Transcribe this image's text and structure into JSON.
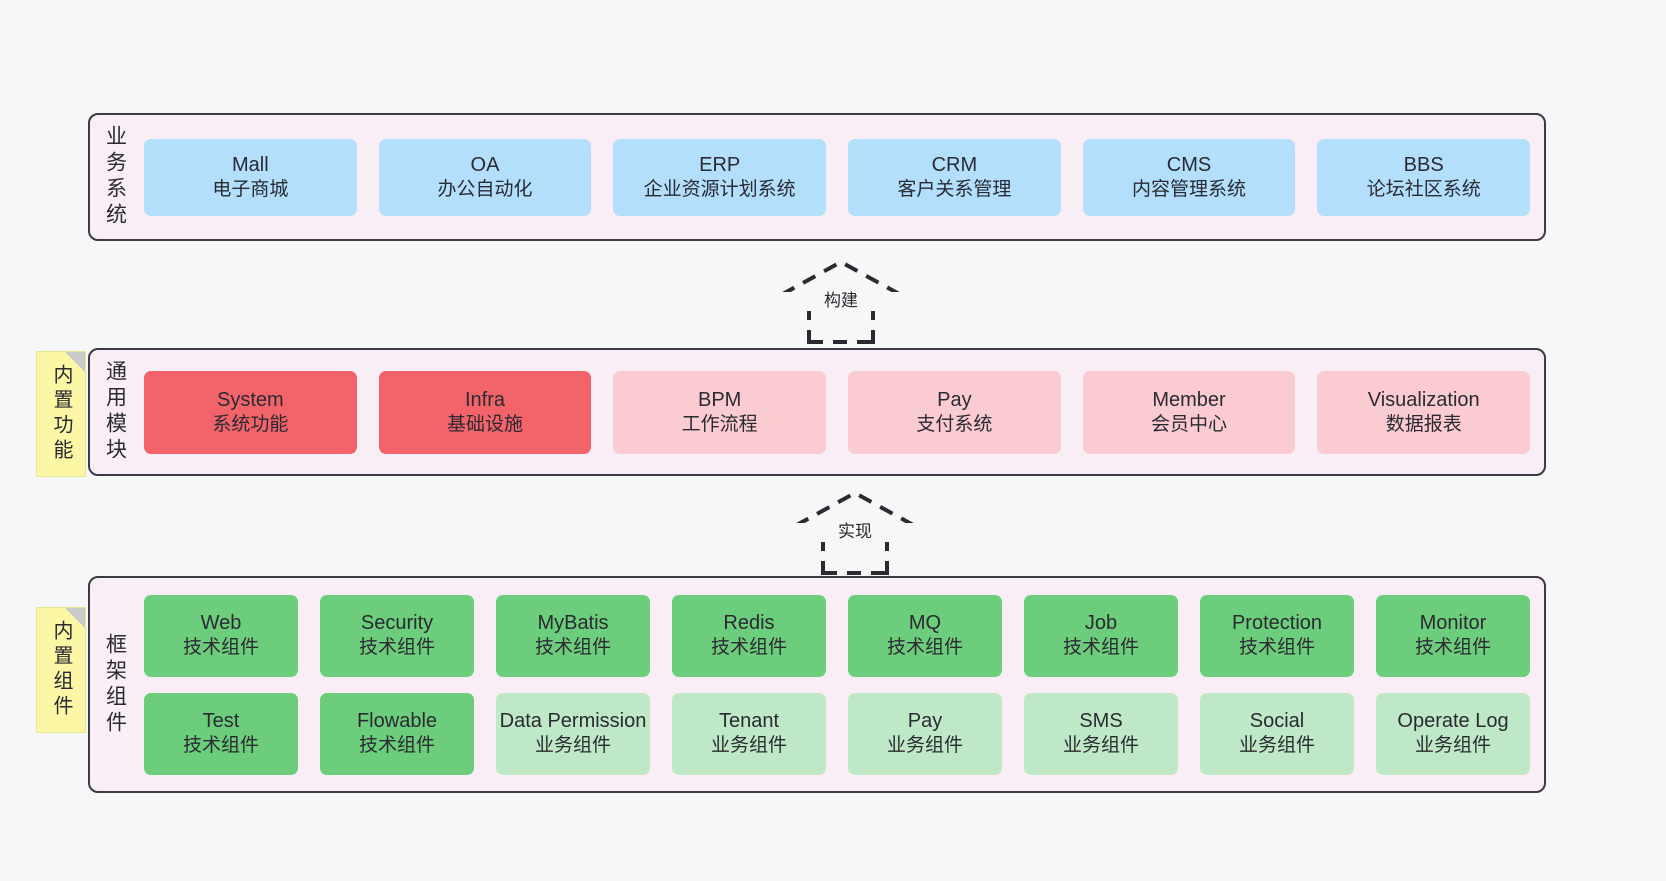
{
  "diagram": {
    "background_color": "#f7f7f7",
    "layer_bg_color": "#faeef6",
    "layer_border_color": "#3b3b45"
  },
  "notes": [
    {
      "id": "builtin-function",
      "label": "内置功能",
      "color": "#fbf7a5"
    },
    {
      "id": "builtin-component",
      "label": "内置组件",
      "color": "#fbf7a5"
    }
  ],
  "connectors": [
    {
      "id": "build",
      "label": "构建",
      "style": "dashed-generalization-up"
    },
    {
      "id": "realize",
      "label": "实现",
      "style": "dashed-generalization-up"
    }
  ],
  "layers": [
    {
      "id": "business",
      "title": "业务系统",
      "rows": [
        {
          "cards": [
            {
              "name": "Mall",
              "desc": "电子商城",
              "color": "#b3dffc",
              "kind": "business"
            },
            {
              "name": "OA",
              "desc": "办公自动化",
              "color": "#b3dffc",
              "kind": "business"
            },
            {
              "name": "ERP",
              "desc": "企业资源计划系统",
              "color": "#b3dffc",
              "kind": "business"
            },
            {
              "name": "CRM",
              "desc": "客户关系管理",
              "color": "#b3dffc",
              "kind": "business"
            },
            {
              "name": "CMS",
              "desc": "内容管理系统",
              "color": "#b3dffc",
              "kind": "business"
            },
            {
              "name": "BBS",
              "desc": "论坛社区系统",
              "color": "#b3dffc",
              "kind": "business"
            }
          ]
        }
      ]
    },
    {
      "id": "common",
      "title": "通用模块",
      "rows": [
        {
          "cards": [
            {
              "name": "System",
              "desc": "系统功能",
              "color": "#f2646a",
              "kind": "strong"
            },
            {
              "name": "Infra",
              "desc": "基础设施",
              "color": "#f2646a",
              "kind": "strong"
            },
            {
              "name": "BPM",
              "desc": "工作流程",
              "color": "#fbcbd2",
              "kind": "soft"
            },
            {
              "name": "Pay",
              "desc": "支付系统",
              "color": "#fbcbd2",
              "kind": "soft"
            },
            {
              "name": "Member",
              "desc": "会员中心",
              "color": "#fbcbd2",
              "kind": "soft"
            },
            {
              "name": "Visualization",
              "desc": "数据报表",
              "color": "#fbcbd2",
              "kind": "soft"
            }
          ]
        }
      ]
    },
    {
      "id": "framework",
      "title": "框架组件",
      "rows": [
        {
          "cards": [
            {
              "name": "Web",
              "desc": "技术组件",
              "color": "#6ccd7d",
              "kind": "tech"
            },
            {
              "name": "Security",
              "desc": "技术组件",
              "color": "#6ccd7d",
              "kind": "tech"
            },
            {
              "name": "MyBatis",
              "desc": "技术组件",
              "color": "#6ccd7d",
              "kind": "tech"
            },
            {
              "name": "Redis",
              "desc": "技术组件",
              "color": "#6ccd7d",
              "kind": "tech"
            },
            {
              "name": "MQ",
              "desc": "技术组件",
              "color": "#6ccd7d",
              "kind": "tech"
            },
            {
              "name": "Job",
              "desc": "技术组件",
              "color": "#6ccd7d",
              "kind": "tech"
            },
            {
              "name": "Protection",
              "desc": "技术组件",
              "color": "#6ccd7d",
              "kind": "tech"
            },
            {
              "name": "Monitor",
              "desc": "技术组件",
              "color": "#6ccd7d",
              "kind": "tech"
            }
          ]
        },
        {
          "cards": [
            {
              "name": "Test",
              "desc": "技术组件",
              "color": "#6ccd7d",
              "kind": "tech"
            },
            {
              "name": "Flowable",
              "desc": "技术组件",
              "color": "#6ccd7d",
              "kind": "tech"
            },
            {
              "name": "Data Permission",
              "desc": "业务组件",
              "color": "#bfe8c6",
              "kind": "biz"
            },
            {
              "name": "Tenant",
              "desc": "业务组件",
              "color": "#bfe8c6",
              "kind": "biz"
            },
            {
              "name": "Pay",
              "desc": "业务组件",
              "color": "#bfe8c6",
              "kind": "biz"
            },
            {
              "name": "SMS",
              "desc": "业务组件",
              "color": "#bfe8c6",
              "kind": "biz"
            },
            {
              "name": "Social",
              "desc": "业务组件",
              "color": "#bfe8c6",
              "kind": "biz"
            },
            {
              "name": "Operate Log",
              "desc": "业务组件",
              "color": "#bfe8c6",
              "kind": "biz"
            }
          ]
        }
      ]
    }
  ]
}
